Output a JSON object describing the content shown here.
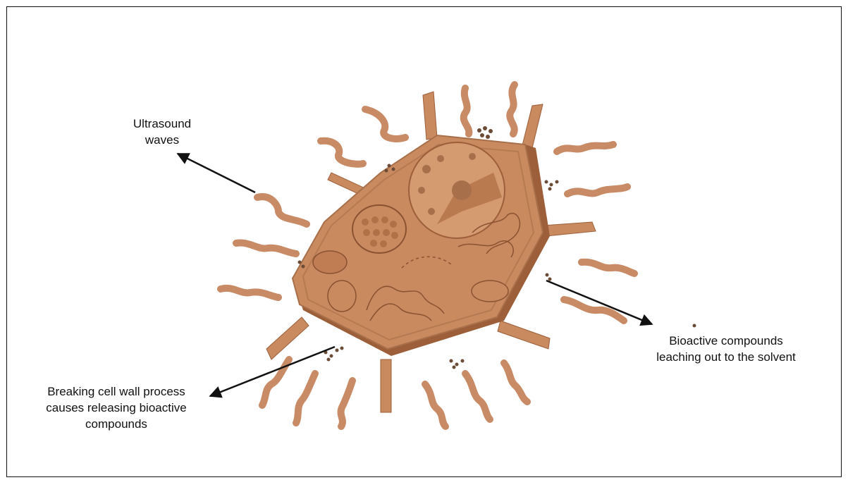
{
  "labels": {
    "ultrasound": [
      "Ultrasound",
      "waves"
    ],
    "bioactive": [
      "Bioactive compounds",
      "leaching out to the solvent"
    ],
    "breaking": [
      "Breaking cell wall process",
      "causes releasing bioactive",
      "compounds"
    ]
  },
  "colors": {
    "cell": "#c98a5f",
    "cell_dark": "#9c5f3a",
    "cell_light": "#dba47b",
    "wave": "#c98a66",
    "compound": "#6b4a36",
    "arrow": "#111111"
  }
}
